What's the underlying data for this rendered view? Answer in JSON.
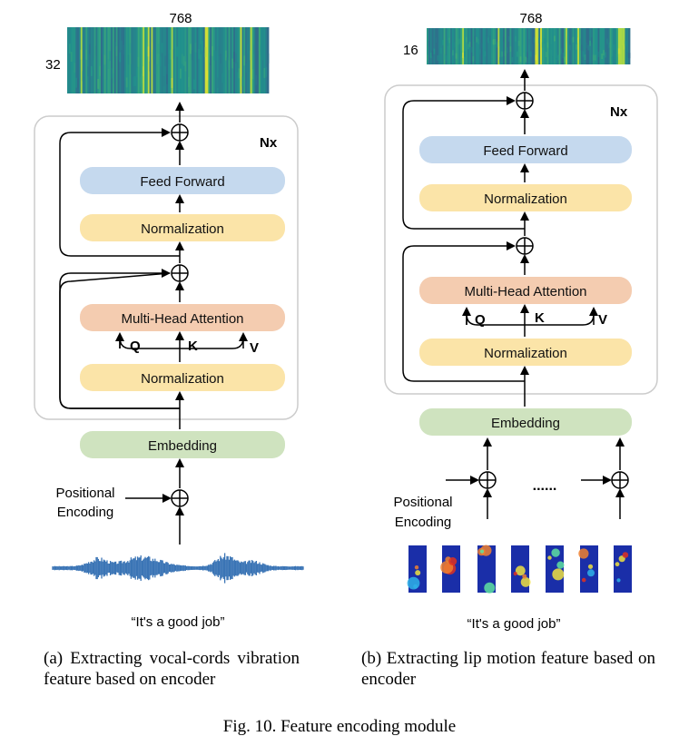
{
  "left": {
    "heatmap_width_label": "768",
    "heatmap_height_label": "32",
    "nx_label": "Nx",
    "feed_forward": "Feed Forward",
    "normalization_top": "Normalization",
    "attention": "Multi-Head Attention",
    "q": "Q",
    "k": "K",
    "v": "V",
    "normalization_bottom": "Normalization",
    "embedding": "Embedding",
    "positional_line1": "Positional",
    "positional_line2": "Encoding",
    "quote": "“It's a good job”",
    "caption": "(a) Extracting vocal-cords vibration feature based on encoder"
  },
  "right": {
    "heatmap_width_label": "768",
    "heatmap_height_label": "16",
    "nx_label": "Nx",
    "feed_forward": "Feed Forward",
    "normalization_top": "Normalization",
    "attention": "Multi-Head Attention",
    "q": "Q",
    "k": "K",
    "v": "V",
    "normalization_bottom": "Normalization",
    "embedding": "Embedding",
    "dots": "......",
    "positional_line1": "Positional",
    "positional_line2": "Encoding",
    "quote": "“It's a good job”",
    "caption": "(b) Extracting lip motion feature based on encoder"
  },
  "figure_caption": "Fig. 10.  Feature encoding module",
  "colors": {
    "feed_forward": "#c5d9ee",
    "normalization": "#fbe4a8",
    "attention": "#f4ccb0",
    "embedding": "#cfe3bf",
    "container_border": "#cccccc",
    "waveform": "#3a74b5",
    "heatmap_base": "#2f6f8e"
  }
}
